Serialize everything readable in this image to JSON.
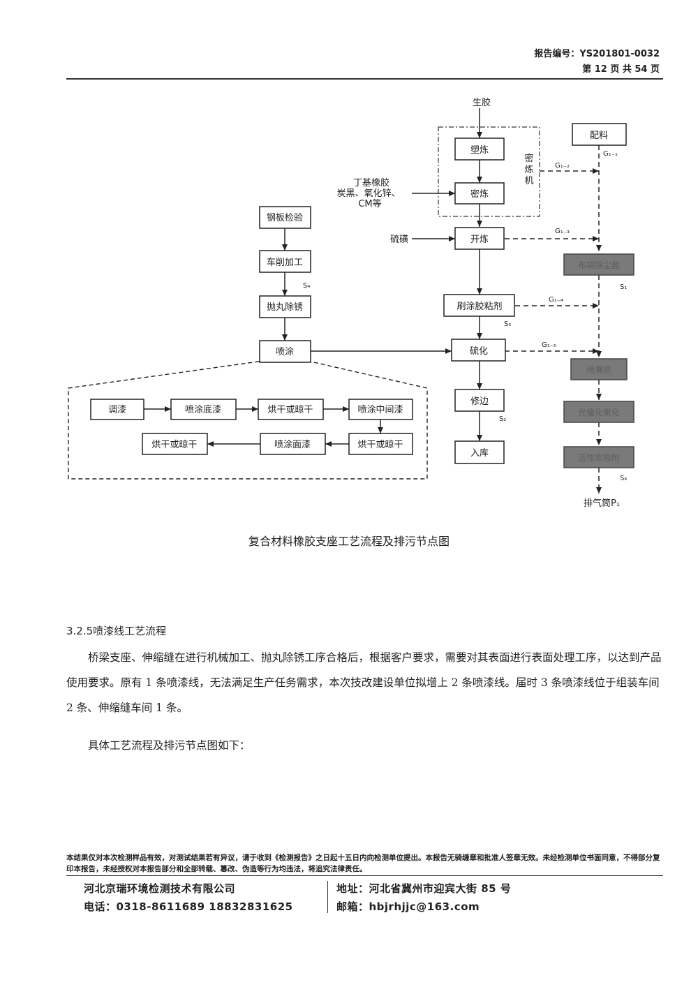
{
  "header": {
    "report_no": "报告编号：YS201801-0032",
    "page_info": "第 12 页 共 54 页"
  },
  "flow": {
    "raw_rubber": "生胶",
    "plasticizing": "塑炼",
    "mixing": "密炼",
    "internal_mixer_chars": [
      "密",
      "炼",
      "机"
    ],
    "additives_lines": [
      "丁基橡胶",
      "炭黑、氧化锌、",
      "CM等"
    ],
    "sulfur": "硫磺",
    "open_mill": "开炼",
    "glue_brush": "刷涂胶粘剂",
    "vulcanize": "硫化",
    "trimming": "修边",
    "warehouse": "入库",
    "batching": "配料",
    "bag_filter": "布袋除尘器",
    "spray_tower": "喷淋塔",
    "photo_oxidation": "光催化氧化",
    "activated_carbon": "活性炭吸附",
    "exhaust": "排气筒P₁",
    "steel_inspect": "钢板检验",
    "turning": "车削加工",
    "shot_blast": "抛丸除锈",
    "spray_coat": "喷涂",
    "mix_paint": "调漆",
    "primer": "喷涂底漆",
    "dry1": "烘干或晾干",
    "mid_coat": "喷涂中间漆",
    "dry2": "烘干或晾干",
    "top_coat": "喷涂面漆",
    "dry3": "烘干或晾干",
    "g11": "G₁₋₁",
    "g12": "G₁₋₂",
    "g13": "G₁₋₃",
    "g14": "G₁₋₄",
    "g15": "G₁₋₅",
    "s1": "S₁",
    "s2": "S₂",
    "s4": "S₄",
    "s5": "S₅",
    "s6": "S₆"
  },
  "caption": "复合材料橡胶支座工艺流程及排污节点图",
  "section_heading": "3.2.5喷漆线工艺流程",
  "para1": "桥梁支座、伸缩缝在进行机械加工、抛丸除锈工序合格后，根据客户要求，需要对其表面进行表面处理工序，以达到产品使用要求。原有 1 条喷漆线，无法满足生产任务需求，本次技改建设单位拟增上 2 条喷漆线。届时 3 条喷漆线位于组装车间 2 条、伸缩缝车间 1 条。",
  "para2": "具体工艺流程及排污节点图如下：",
  "footer": {
    "notice": "本结果仅对本次检测样品有效，对测试结果若有异议，请于收到《检测报告》之日起十五日内向检测单位提出。本报告无骑缝章和批准人签章无效。未经检测单位书面同意，不得部分复印本报告，未经授权对本报告部分和全部转载、篡改、伪造等行为均违法，将追究法律责任。",
    "company": "河北京瑞环境检测技术有限公司",
    "phone": "电话：0318-8611689    18832831625",
    "address": "地址：河北省冀州市迎宾大街 85 号",
    "email": "邮箱：hbjrhjjc@163.com"
  },
  "colors": {
    "ink": "#222222",
    "treatment_box_fill": "#7a7a7a",
    "treatment_box_text": "#5e5e5e"
  }
}
